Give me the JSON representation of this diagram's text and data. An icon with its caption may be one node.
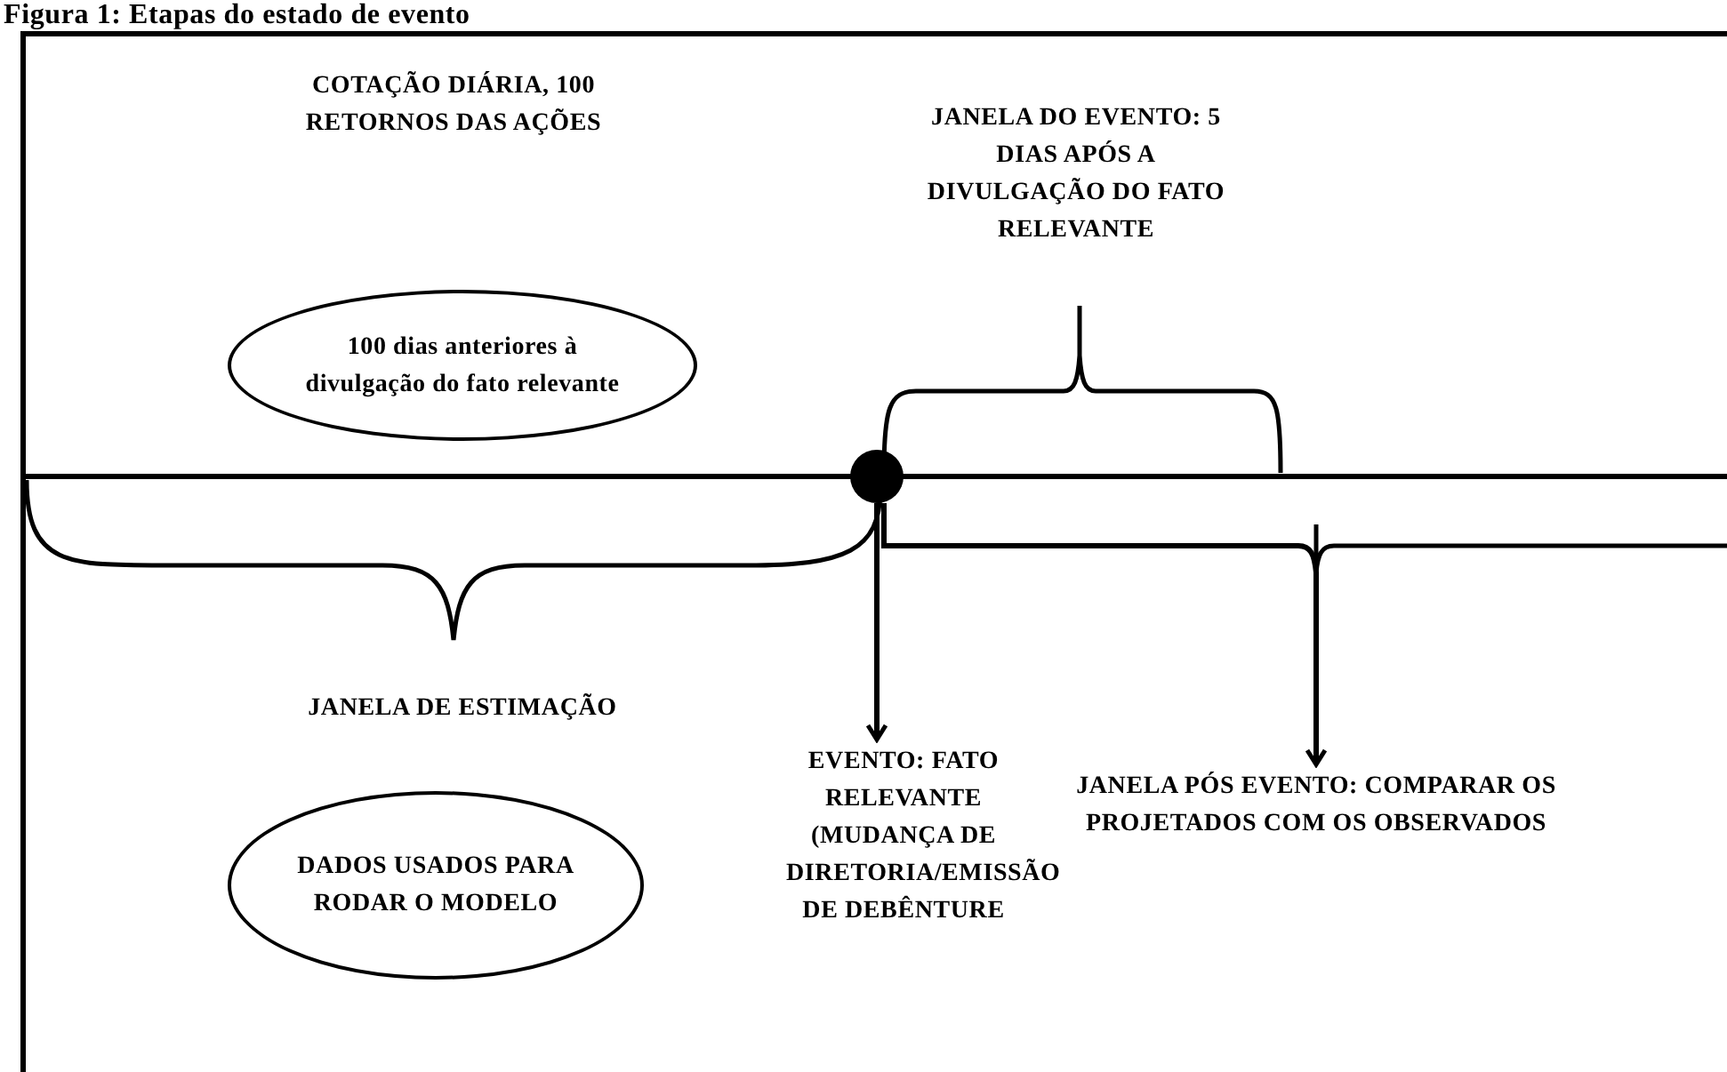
{
  "diagram": {
    "title": "Figura 1: Etapas do estado de evento",
    "nodes": [
      {
        "text": [
          "100 dias anteriores à divulgação do fato relevante"
        ]
      },
      {
        "text": [],
        "shape": "circle"
      },
      {
        "text": [
          "EVENTO: FATO RELEVANTE (MUDANÇA DE DIRETORIA/EMISSÃO DE DEBÊNTURE"
        ]
      },
      {
        "text": [
          "JANELA PÓS EVENTO: COMPARAR OS PROJETADOS COM OS OBSERVADOS"
        ]
      },
      {
        "text": [
          "DADOS USADOS PARA RODAR O MODELO"
        ]
      }
    ],
    "edges": [
      {
        "from": 1,
        "to": 2,
        "arrow": "to"
      },
      {
        "from": 1,
        "to": 3,
        "arrow": "to"
      }
    ],
    "labels": [
      "COTAÇÃO DIÁRIA, 100 RETORNOS DAS AÇÕES",
      "JANELA DO EVENTO: 5 DIAS APÓS A DIVULGAÇÃO DO FATO RELEVANTE",
      "JANELA DE ESTIMAÇÃO"
    ]
  }
}
